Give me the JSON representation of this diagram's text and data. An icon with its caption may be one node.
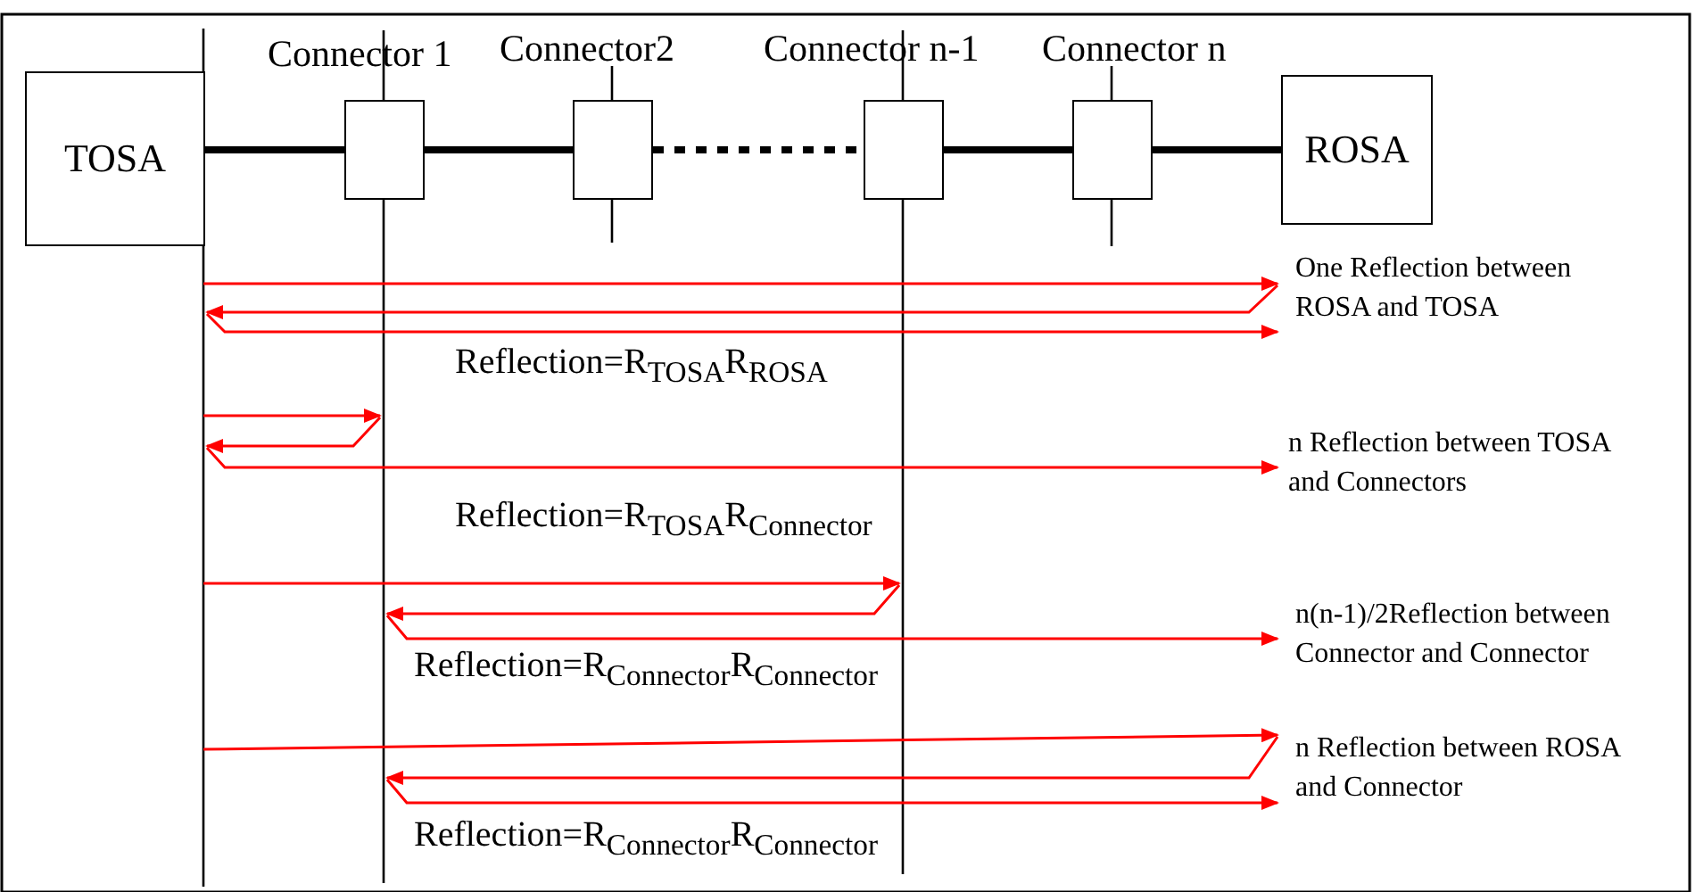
{
  "diagram": {
    "nodes": [
      {
        "text": [
          "TOSA"
        ]
      },
      {
        "text": [
          "Connector 1"
        ]
      },
      {
        "text": [
          "Connector2"
        ]
      },
      {
        "text": [
          "Connector n-1"
        ]
      },
      {
        "text": [
          "Connector n"
        ]
      },
      {
        "text": [
          "ROSA"
        ]
      }
    ],
    "edges": [
      {
        "from": 0,
        "to": 1,
        "arrow": "none"
      },
      {
        "from": 1,
        "to": 2,
        "arrow": "none"
      },
      {
        "from": 2,
        "to": 3,
        "arrow": "none",
        "style": "dashed"
      },
      {
        "from": 3,
        "to": 4,
        "arrow": "none"
      },
      {
        "from": 4,
        "to": 5,
        "arrow": "none"
      }
    ],
    "labels": [
      "One Reflection between ROSA and TOSA",
      "Reflection=R$_{TOSA}$R$_{ROSA}$",
      "n Reflection between TOSA and Connectors",
      "Reflection=R$_{TOSA}$R$_{Connector}$",
      "n(n-1)/2Reflection between Connector and Connector",
      "Reflection=R$_{Connector}$R$_{Connector}$",
      "n Reflection between ROSA and Connector",
      "Reflection=R$_{Connector}$R$_{Connector}$"
    ]
  }
}
